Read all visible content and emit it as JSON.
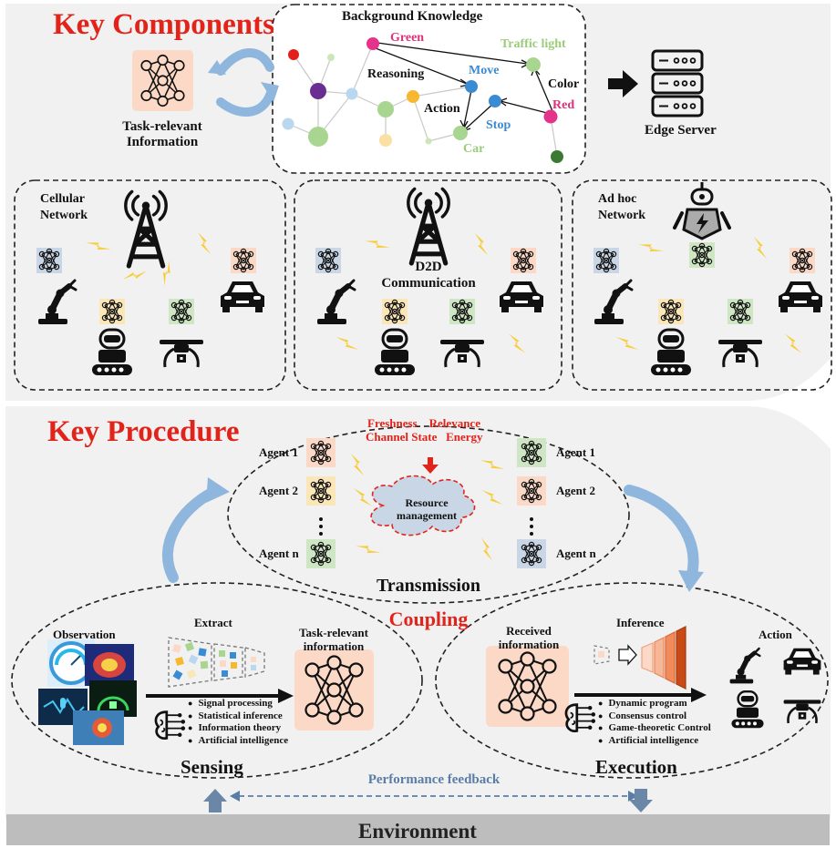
{
  "top": {
    "section_title": "Key Components",
    "background_knowledge": {
      "title": "Background Knowledge",
      "words": [
        "Green",
        "Traffic light",
        "Reasoning",
        "Move",
        "Color",
        "Action",
        "Stop",
        "Red",
        "Car"
      ]
    },
    "task_relevant_label": [
      "Task-relevant",
      "Information"
    ],
    "edge_server_label": "Edge Server",
    "networks": [
      {
        "label": [
          "Cellular",
          "Network"
        ]
      },
      {
        "label": [
          "D2D",
          "Communication"
        ]
      },
      {
        "label": [
          "Ad hoc",
          "Network"
        ]
      }
    ]
  },
  "bottom": {
    "section_title": "Key Procedure",
    "transmission": {
      "metrics_line1": "Freshness    Relevance",
      "metrics_line2": "Channel State   Energy",
      "agents_left": [
        "Agent 1",
        "Agent 2",
        "Agent n"
      ],
      "agents_right": [
        "Agent 1",
        "Agent 2",
        "Agent n"
      ],
      "resource": [
        "Resource",
        "management"
      ],
      "label": "Transmission"
    },
    "coupling": "Coupling",
    "sensing": {
      "observation": "Observation",
      "extract": "Extract",
      "task_info": [
        "Task-relevant",
        "information"
      ],
      "bullets": [
        "Signal processing",
        "Statistical inference",
        "Information theory",
        "Artificial intelligence"
      ],
      "label": "Sensing"
    },
    "execution": {
      "received": [
        "Received",
        "information"
      ],
      "inference": "Inference",
      "action": "Action",
      "bullets": [
        "Dynamic program",
        "Consensus control",
        "Game-theoretic Control",
        "Artificial intelligence"
      ],
      "label": "Execution"
    },
    "feedback": "Performance feedback",
    "environment": "Environment"
  },
  "colors": {
    "title_red": "#e2231a",
    "panel_gray": "#f1f1f1",
    "peach": "#fbd9c6",
    "nn_blue": "#c9d6e6",
    "nn_yellow": "#fbe6b8",
    "nn_green": "#cfe6c4",
    "bolt": "#f7cd3c",
    "arrow_blue": "#8fb7dd",
    "env_gray": "#bdbdbd"
  }
}
